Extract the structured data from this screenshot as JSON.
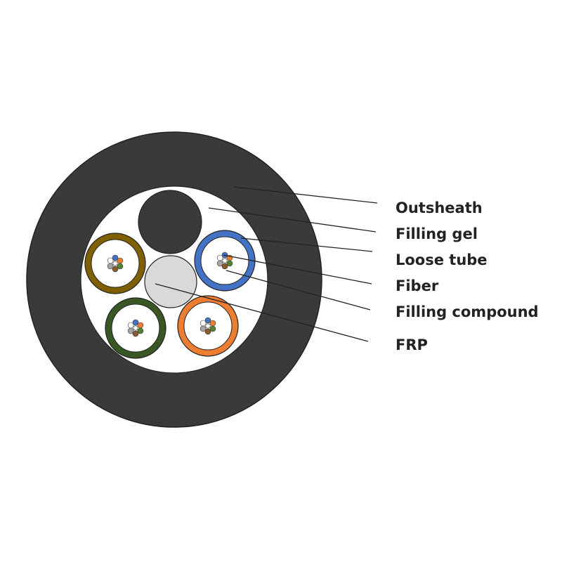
{
  "diagram": {
    "labels": {
      "outsheath": "Outsheath",
      "filling_gel": "Filling gel",
      "loose_tube": "Loose tube",
      "fiber": "Fiber",
      "filling_compound": "Filling compound",
      "frp": "FRP"
    },
    "colors": {
      "outsheath": "#3a3a3a",
      "filling_gel": "#ffffff",
      "filler_rod": "#3a3a3a",
      "frp": "#d9d9d9",
      "tube_blue": "#4472c4",
      "tube_olive": "#7f6000",
      "tube_green": "#385723",
      "tube_orange": "#ed7d31",
      "fiber_colors": [
        "#4472c4",
        "#ed7d31",
        "#548235",
        "#8c5a2b",
        "#a6a6a6",
        "#ffffff"
      ]
    }
  }
}
